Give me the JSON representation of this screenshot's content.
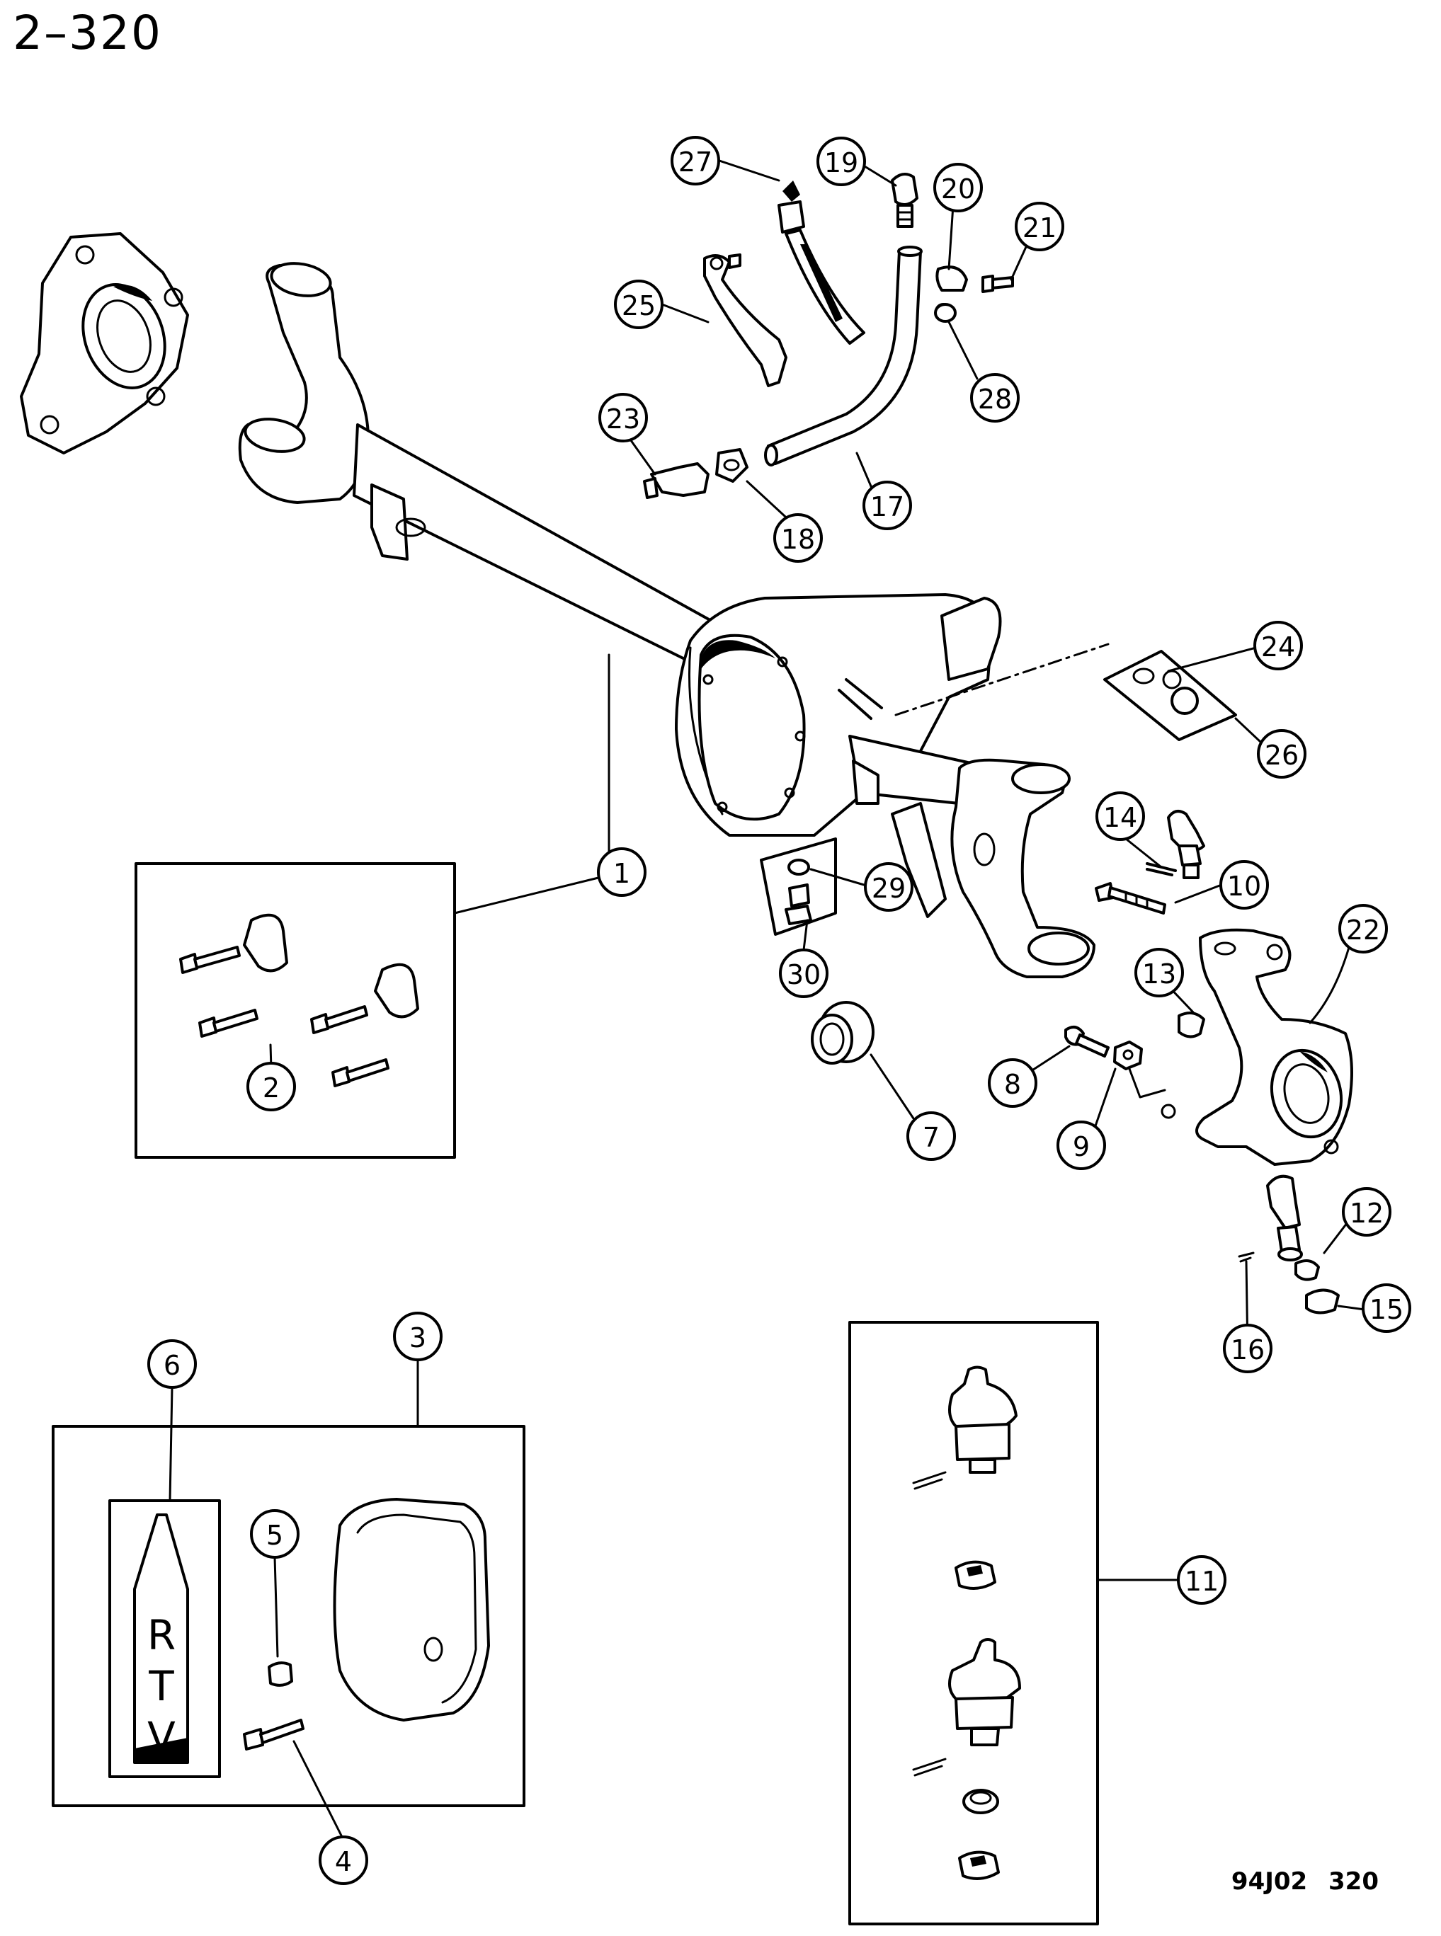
{
  "page_number": "2–320",
  "figure_code": "94J02  320",
  "rtv_label": "RTV",
  "callouts": [
    "1",
    "2",
    "3",
    "4",
    "5",
    "6",
    "7",
    "8",
    "9",
    "10",
    "11",
    "12",
    "13",
    "14",
    "15",
    "16",
    "17",
    "18",
    "19",
    "20",
    "21",
    "22",
    "23",
    "24",
    "25",
    "26",
    "27",
    "28",
    "29",
    "30"
  ]
}
